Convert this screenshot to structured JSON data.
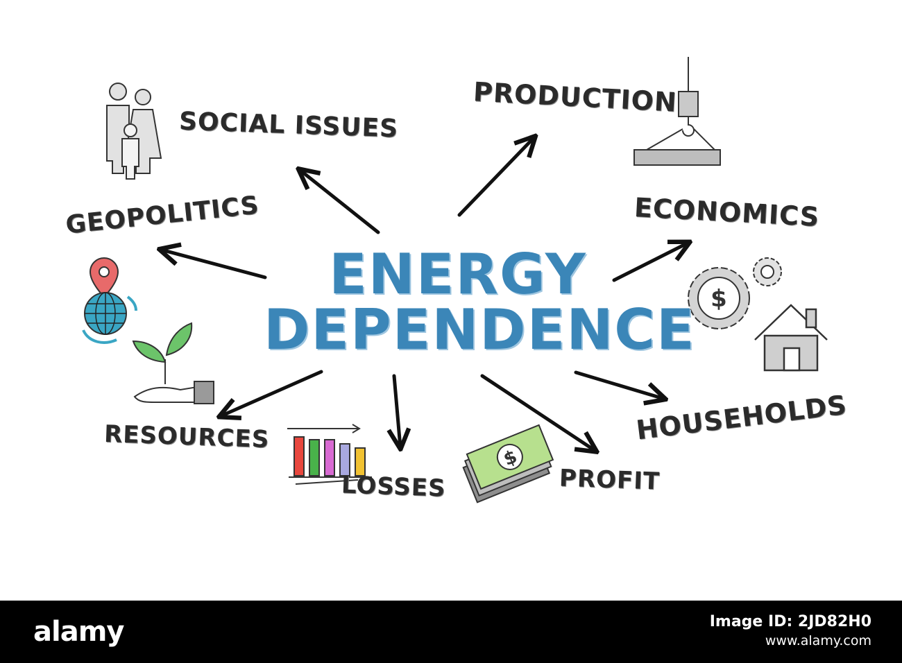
{
  "title": {
    "line1": "ENERGY",
    "line2": "DEPENDENCE"
  },
  "labels": {
    "social_issues": "SOCIAL ISSUES",
    "production": "PRODUCTION",
    "geopolitics": "GEOPOLITICS",
    "economics": "ECONOMICS",
    "resources": "RESOURCES",
    "losses": "LOSSES",
    "profit": "PROFIT",
    "households": "HOUSEHOLDS"
  },
  "icons": {
    "social_issues": "family-icon",
    "production": "crane-hook-icon",
    "geopolitics": "globe-pin-icon",
    "economics": "gears-dollar-icon",
    "households": "house-icon",
    "resources": "hand-plant-icon",
    "losses": "bar-chart-icon",
    "profit": "money-stack-icon"
  },
  "colors": {
    "title": "#3b86b8",
    "text": "#2b2b2b",
    "arrow": "#111111",
    "footer": "#000000"
  },
  "footer": {
    "brand": "alamy",
    "image_id": "Image ID: 2JD82H0",
    "url": "www.alamy.com"
  }
}
